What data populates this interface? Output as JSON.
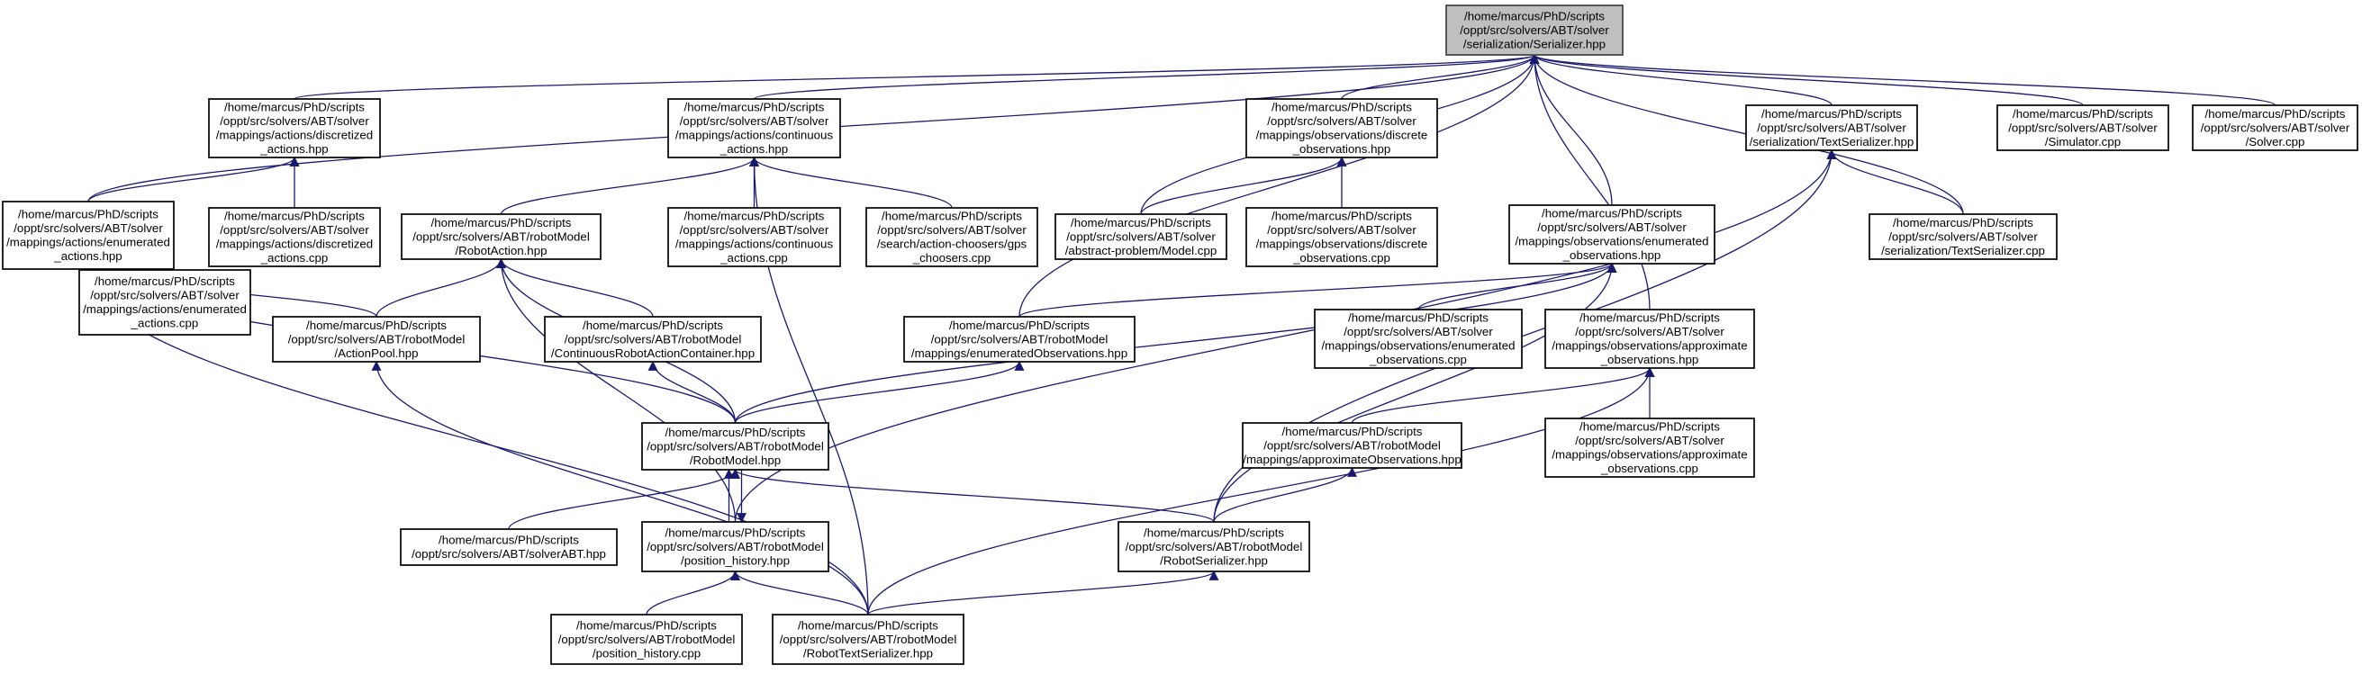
{
  "colors": {
    "edge": "#191970",
    "root_fill": "#bfbfbf",
    "node_fill": "#ffffff",
    "border": "#000000"
  },
  "nodes": [
    {
      "id": "serializer_hpp",
      "root": true,
      "lines": [
        "/home/marcus/PhD/scripts",
        "/oppt/src/solvers/ABT/solver",
        "/serialization/Serializer.hpp"
      ]
    },
    {
      "id": "discretized_actions_hpp",
      "lines": [
        "/home/marcus/PhD/scripts",
        "/oppt/src/solvers/ABT/solver",
        "/mappings/actions/discretized",
        "_actions.hpp"
      ]
    },
    {
      "id": "continuous_actions_hpp",
      "lines": [
        "/home/marcus/PhD/scripts",
        "/oppt/src/solvers/ABT/solver",
        "/mappings/actions/continuous",
        "_actions.hpp"
      ]
    },
    {
      "id": "discrete_observations_hpp",
      "lines": [
        "/home/marcus/PhD/scripts",
        "/oppt/src/solvers/ABT/solver",
        "/mappings/observations/discrete",
        "_observations.hpp"
      ]
    },
    {
      "id": "text_serializer_hpp",
      "lines": [
        "/home/marcus/PhD/scripts",
        "/oppt/src/solvers/ABT/solver",
        "/serialization/TextSerializer.hpp"
      ]
    },
    {
      "id": "simulator_cpp",
      "lines": [
        "/home/marcus/PhD/scripts",
        "/oppt/src/solvers/ABT/solver",
        "/Simulator.cpp"
      ]
    },
    {
      "id": "solver_cpp",
      "lines": [
        "/home/marcus/PhD/scripts",
        "/oppt/src/solvers/ABT/solver",
        "/Solver.cpp"
      ]
    },
    {
      "id": "enumerated_actions_hpp",
      "lines": [
        "/home/marcus/PhD/scripts",
        "/oppt/src/solvers/ABT/solver",
        "/mappings/actions/enumerated",
        "_actions.hpp"
      ]
    },
    {
      "id": "discretized_actions_cpp",
      "lines": [
        "/home/marcus/PhD/scripts",
        "/oppt/src/solvers/ABT/solver",
        "/mappings/actions/discretized",
        "_actions.cpp"
      ]
    },
    {
      "id": "robot_action_hpp",
      "lines": [
        "/home/marcus/PhD/scripts",
        "/oppt/src/solvers/ABT/robotModel",
        "/RobotAction.hpp"
      ]
    },
    {
      "id": "continuous_actions_cpp",
      "lines": [
        "/home/marcus/PhD/scripts",
        "/oppt/src/solvers/ABT/solver",
        "/mappings/actions/continuous",
        "_actions.cpp"
      ]
    },
    {
      "id": "gps_choosers_cpp",
      "lines": [
        "/home/marcus/PhD/scripts",
        "/oppt/src/solvers/ABT/solver",
        "/search/action-choosers/gps",
        "_choosers.cpp"
      ]
    },
    {
      "id": "model_cpp",
      "lines": [
        "/home/marcus/PhD/scripts",
        "/oppt/src/solvers/ABT/solver",
        "/abstract-problem/Model.cpp"
      ]
    },
    {
      "id": "discrete_observations_cpp",
      "lines": [
        "/home/marcus/PhD/scripts",
        "/oppt/src/solvers/ABT/solver",
        "/mappings/observations/discrete",
        "_observations.cpp"
      ]
    },
    {
      "id": "enumerated_observations_hpp",
      "lines": [
        "/home/marcus/PhD/scripts",
        "/oppt/src/solvers/ABT/solver",
        "/mappings/observations/enumerated",
        "_observations.hpp"
      ]
    },
    {
      "id": "text_serializer_cpp",
      "lines": [
        "/home/marcus/PhD/scripts",
        "/oppt/src/solvers/ABT/solver",
        "/serialization/TextSerializer.cpp"
      ]
    },
    {
      "id": "enumerated_actions_cpp",
      "lines": [
        "/home/marcus/PhD/scripts",
        "/oppt/src/solvers/ABT/solver",
        "/mappings/actions/enumerated",
        "_actions.cpp"
      ]
    },
    {
      "id": "action_pool_hpp",
      "lines": [
        "/home/marcus/PhD/scripts",
        "/oppt/src/solvers/ABT/robotModel",
        "/ActionPool.hpp"
      ]
    },
    {
      "id": "continuous_robot_action_container_hpp",
      "lines": [
        "/home/marcus/PhD/scripts",
        "/oppt/src/solvers/ABT/robotModel",
        "/ContinuousRobotActionContainer.hpp"
      ]
    },
    {
      "id": "robotmodel_enumerated_observations_hpp",
      "lines": [
        "/home/marcus/PhD/scripts",
        "/oppt/src/solvers/ABT/robotModel",
        "/mappings/enumeratedObservations.hpp"
      ]
    },
    {
      "id": "enumerated_observations_cpp",
      "lines": [
        "/home/marcus/PhD/scripts",
        "/oppt/src/solvers/ABT/solver",
        "/mappings/observations/enumerated",
        "_observations.cpp"
      ]
    },
    {
      "id": "approximate_observations_hpp",
      "lines": [
        "/home/marcus/PhD/scripts",
        "/oppt/src/solvers/ABT/solver",
        "/mappings/observations/approximate",
        "_observations.hpp"
      ]
    },
    {
      "id": "robot_model_hpp",
      "lines": [
        "/home/marcus/PhD/scripts",
        "/oppt/src/solvers/ABT/robotModel",
        "/RobotModel.hpp"
      ]
    },
    {
      "id": "robotmodel_approximate_observations_hpp",
      "lines": [
        "/home/marcus/PhD/scripts",
        "/oppt/src/solvers/ABT/robotModel",
        "/mappings/approximateObservations.hpp"
      ]
    },
    {
      "id": "approximate_observations_cpp",
      "lines": [
        "/home/marcus/PhD/scripts",
        "/oppt/src/solvers/ABT/solver",
        "/mappings/observations/approximate",
        "_observations.cpp"
      ]
    },
    {
      "id": "solver_abt_hpp",
      "lines": [
        "/home/marcus/PhD/scripts",
        "/oppt/src/solvers/ABT/solverABT.hpp"
      ]
    },
    {
      "id": "position_history_hpp",
      "lines": [
        "/home/marcus/PhD/scripts",
        "/oppt/src/solvers/ABT/robotModel",
        "/position_history.hpp"
      ]
    },
    {
      "id": "robot_serializer_hpp",
      "lines": [
        "/home/marcus/PhD/scripts",
        "/oppt/src/solvers/ABT/robotModel",
        "/RobotSerializer.hpp"
      ]
    },
    {
      "id": "position_history_cpp",
      "lines": [
        "/home/marcus/PhD/scripts",
        "/oppt/src/solvers/ABT/robotModel",
        "/position_history.cpp"
      ]
    },
    {
      "id": "robot_text_serializer_hpp",
      "lines": [
        "/home/marcus/PhD/scripts",
        "/oppt/src/solvers/ABT/robotModel",
        "/RobotTextSerializer.hpp"
      ]
    }
  ],
  "edges": [
    {
      "from": "discretized_actions_hpp",
      "to": "serializer_hpp"
    },
    {
      "from": "continuous_actions_hpp",
      "to": "serializer_hpp"
    },
    {
      "from": "discrete_observations_hpp",
      "to": "serializer_hpp"
    },
    {
      "from": "text_serializer_hpp",
      "to": "serializer_hpp"
    },
    {
      "from": "simulator_cpp",
      "to": "serializer_hpp"
    },
    {
      "from": "solver_cpp",
      "to": "serializer_hpp"
    },
    {
      "from": "enumerated_actions_hpp",
      "to": "serializer_hpp"
    },
    {
      "from": "model_cpp",
      "to": "serializer_hpp"
    },
    {
      "from": "enumerated_observations_hpp",
      "to": "serializer_hpp"
    },
    {
      "from": "text_serializer_cpp",
      "to": "serializer_hpp"
    },
    {
      "from": "robotmodel_enumerated_observations_hpp",
      "to": "serializer_hpp"
    },
    {
      "from": "approximate_observations_hpp",
      "to": "serializer_hpp"
    },
    {
      "from": "enumerated_actions_hpp",
      "to": "discretized_actions_hpp"
    },
    {
      "from": "discretized_actions_cpp",
      "to": "discretized_actions_hpp"
    },
    {
      "from": "robot_action_hpp",
      "to": "continuous_actions_hpp"
    },
    {
      "from": "continuous_actions_cpp",
      "to": "continuous_actions_hpp"
    },
    {
      "from": "gps_choosers_cpp",
      "to": "continuous_actions_hpp"
    },
    {
      "from": "robot_text_serializer_hpp",
      "to": "continuous_actions_hpp"
    },
    {
      "from": "model_cpp",
      "to": "discrete_observations_hpp"
    },
    {
      "from": "discrete_observations_cpp",
      "to": "discrete_observations_hpp"
    },
    {
      "from": "text_serializer_cpp",
      "to": "text_serializer_hpp"
    },
    {
      "from": "position_history_hpp",
      "to": "text_serializer_hpp"
    },
    {
      "from": "robot_serializer_hpp",
      "to": "text_serializer_hpp"
    },
    {
      "from": "enumerated_actions_cpp",
      "to": "enumerated_actions_hpp"
    },
    {
      "from": "action_pool_hpp",
      "to": "enumerated_actions_hpp"
    },
    {
      "from": "robot_model_hpp",
      "to": "enumerated_actions_hpp"
    },
    {
      "from": "robot_text_serializer_hpp",
      "to": "enumerated_actions_hpp"
    },
    {
      "from": "action_pool_hpp",
      "to": "robot_action_hpp"
    },
    {
      "from": "continuous_robot_action_container_hpp",
      "to": "robot_action_hpp"
    },
    {
      "from": "robot_model_hpp",
      "to": "robot_action_hpp"
    },
    {
      "from": "position_history_hpp",
      "to": "robot_action_hpp"
    },
    {
      "from": "robotmodel_enumerated_observations_hpp",
      "to": "enumerated_observations_hpp"
    },
    {
      "from": "enumerated_observations_cpp",
      "to": "enumerated_observations_hpp"
    },
    {
      "from": "robot_model_hpp",
      "to": "enumerated_observations_hpp"
    },
    {
      "from": "robot_serializer_hpp",
      "to": "enumerated_observations_hpp"
    },
    {
      "from": "robotmodel_approximate_observations_hpp",
      "to": "approximate_observations_hpp"
    },
    {
      "from": "approximate_observations_cpp",
      "to": "approximate_observations_hpp"
    },
    {
      "from": "robot_text_serializer_hpp",
      "to": "approximate_observations_hpp"
    },
    {
      "from": "robot_text_serializer_hpp",
      "to": "action_pool_hpp"
    },
    {
      "from": "robot_model_hpp",
      "to": "continuous_robot_action_container_hpp"
    },
    {
      "from": "robot_model_hpp",
      "to": "robotmodel_enumerated_observations_hpp"
    },
    {
      "from": "robot_serializer_hpp",
      "to": "robotmodel_approximate_observations_hpp"
    },
    {
      "from": "solver_abt_hpp",
      "to": "robot_model_hpp"
    },
    {
      "from": "position_history_hpp",
      "to": "robot_model_hpp"
    },
    {
      "from": "robot_serializer_hpp",
      "to": "robot_model_hpp"
    },
    {
      "from": "robot_model_hpp",
      "to": "position_history_hpp"
    },
    {
      "from": "position_history_cpp",
      "to": "position_history_hpp"
    },
    {
      "from": "robot_text_serializer_hpp",
      "to": "position_history_hpp"
    },
    {
      "from": "robot_text_serializer_hpp",
      "to": "robot_serializer_hpp"
    }
  ]
}
